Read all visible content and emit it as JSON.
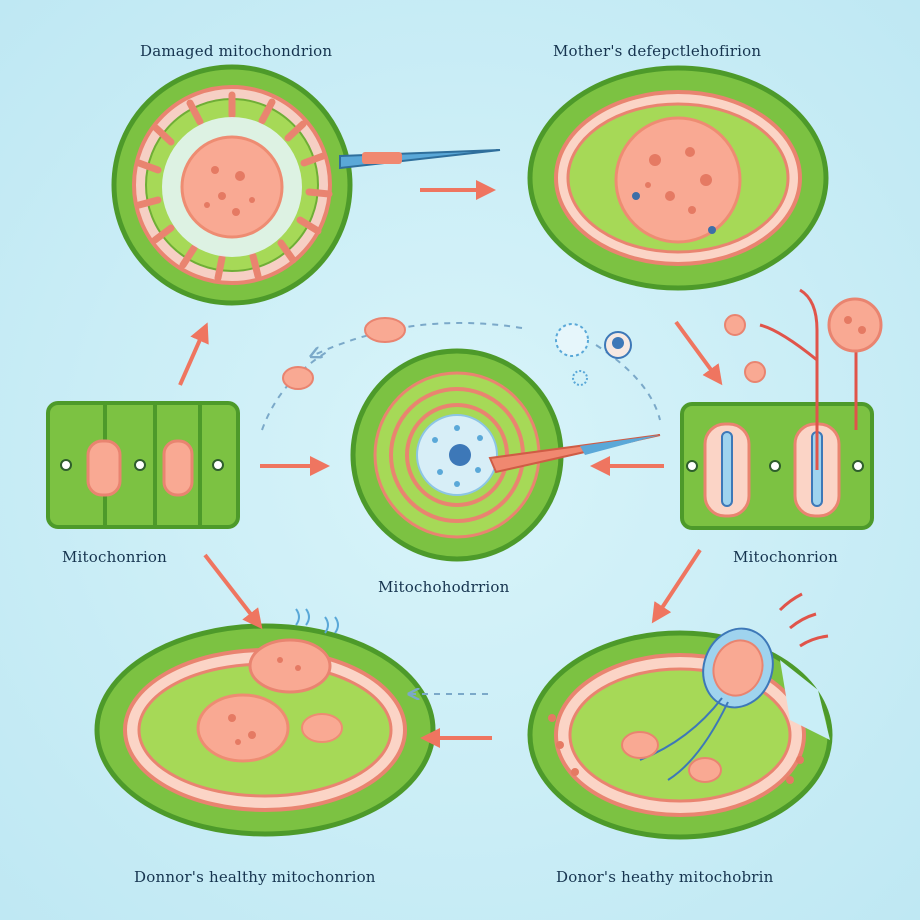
{
  "labels": {
    "top_left": "Damaged mitochondrion",
    "top_right": "Mother's defepctlehofirion",
    "mid_left": "Mitochonrion",
    "center": "Mitochohodrrion",
    "mid_right": "Mitochonrion",
    "bottom_left": "Donnor's healthy mitochonrion",
    "bottom_right": "Donor's heathy mitochobrin"
  },
  "colors": {
    "background": "#c9eef7",
    "membrane_green": "#7cc242",
    "outline_green": "#4d9a2a",
    "inner_green": "#a6d957",
    "nucleus_pink": "#f9a993",
    "arrow_red": "#ef7560",
    "needle_blue": "#5aa8d8"
  }
}
